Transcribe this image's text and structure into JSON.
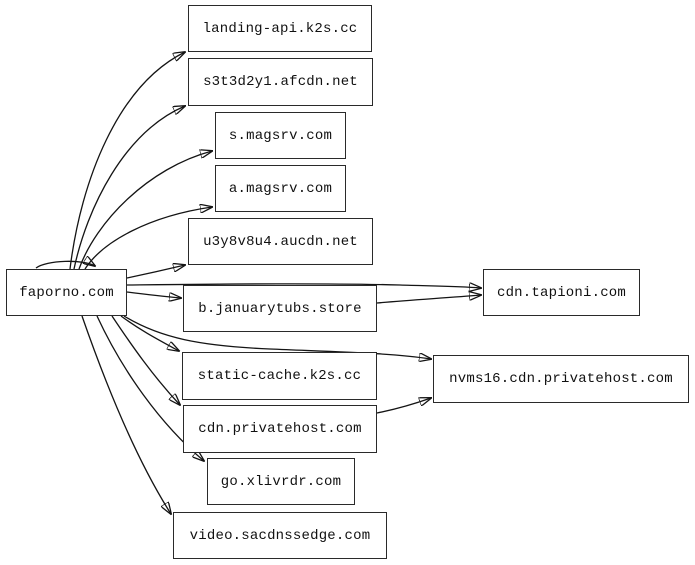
{
  "diagram": {
    "type": "directed-graph",
    "background_color": "#ffffff",
    "node_border_color": "#2a2a2a",
    "node_fill_color": "#ffffff",
    "edge_color": "#141414",
    "text_color": "#111111",
    "nodes": [
      {
        "id": "faporno.com",
        "label": "faporno.com"
      },
      {
        "id": "landing-api.k2s.cc",
        "label": "landing-api.k2s.cc"
      },
      {
        "id": "s3t3d2y1.afcdn.net",
        "label": "s3t3d2y1.afcdn.net"
      },
      {
        "id": "s.magsrv.com",
        "label": "s.magsrv.com"
      },
      {
        "id": "a.magsrv.com",
        "label": "a.magsrv.com"
      },
      {
        "id": "u3y8v8u4.aucdn.net",
        "label": "u3y8v8u4.aucdn.net"
      },
      {
        "id": "b.januarytubs.store",
        "label": "b.januarytubs.store"
      },
      {
        "id": "cdn.tapioni.com",
        "label": "cdn.tapioni.com"
      },
      {
        "id": "static-cache.k2s.cc",
        "label": "static-cache.k2s.cc"
      },
      {
        "id": "cdn.privatehost.com",
        "label": "cdn.privatehost.com"
      },
      {
        "id": "nvms16.cdn.privatehost.com",
        "label": "nvms16.cdn.privatehost.com"
      },
      {
        "id": "go.xlivrdr.com",
        "label": "go.xlivrdr.com"
      },
      {
        "id": "video.sacdnssedge.com",
        "label": "video.sacdnssedge.com"
      }
    ],
    "edges": [
      {
        "from": "faporno.com",
        "to": "landing-api.k2s.cc"
      },
      {
        "from": "faporno.com",
        "to": "s3t3d2y1.afcdn.net"
      },
      {
        "from": "faporno.com",
        "to": "s.magsrv.com"
      },
      {
        "from": "faporno.com",
        "to": "a.magsrv.com"
      },
      {
        "from": "faporno.com",
        "to": "u3y8v8u4.aucdn.net"
      },
      {
        "from": "faporno.com",
        "to": "b.januarytubs.store"
      },
      {
        "from": "faporno.com",
        "to": "cdn.tapioni.com"
      },
      {
        "from": "faporno.com",
        "to": "static-cache.k2s.cc"
      },
      {
        "from": "faporno.com",
        "to": "nvms16.cdn.privatehost.com"
      },
      {
        "from": "faporno.com",
        "to": "cdn.privatehost.com"
      },
      {
        "from": "faporno.com",
        "to": "go.xlivrdr.com"
      },
      {
        "from": "faporno.com",
        "to": "video.sacdnssedge.com"
      },
      {
        "from": "faporno.com",
        "to": "faporno.com"
      },
      {
        "from": "b.januarytubs.store",
        "to": "cdn.tapioni.com"
      },
      {
        "from": "cdn.privatehost.com",
        "to": "nvms16.cdn.privatehost.com"
      }
    ]
  }
}
